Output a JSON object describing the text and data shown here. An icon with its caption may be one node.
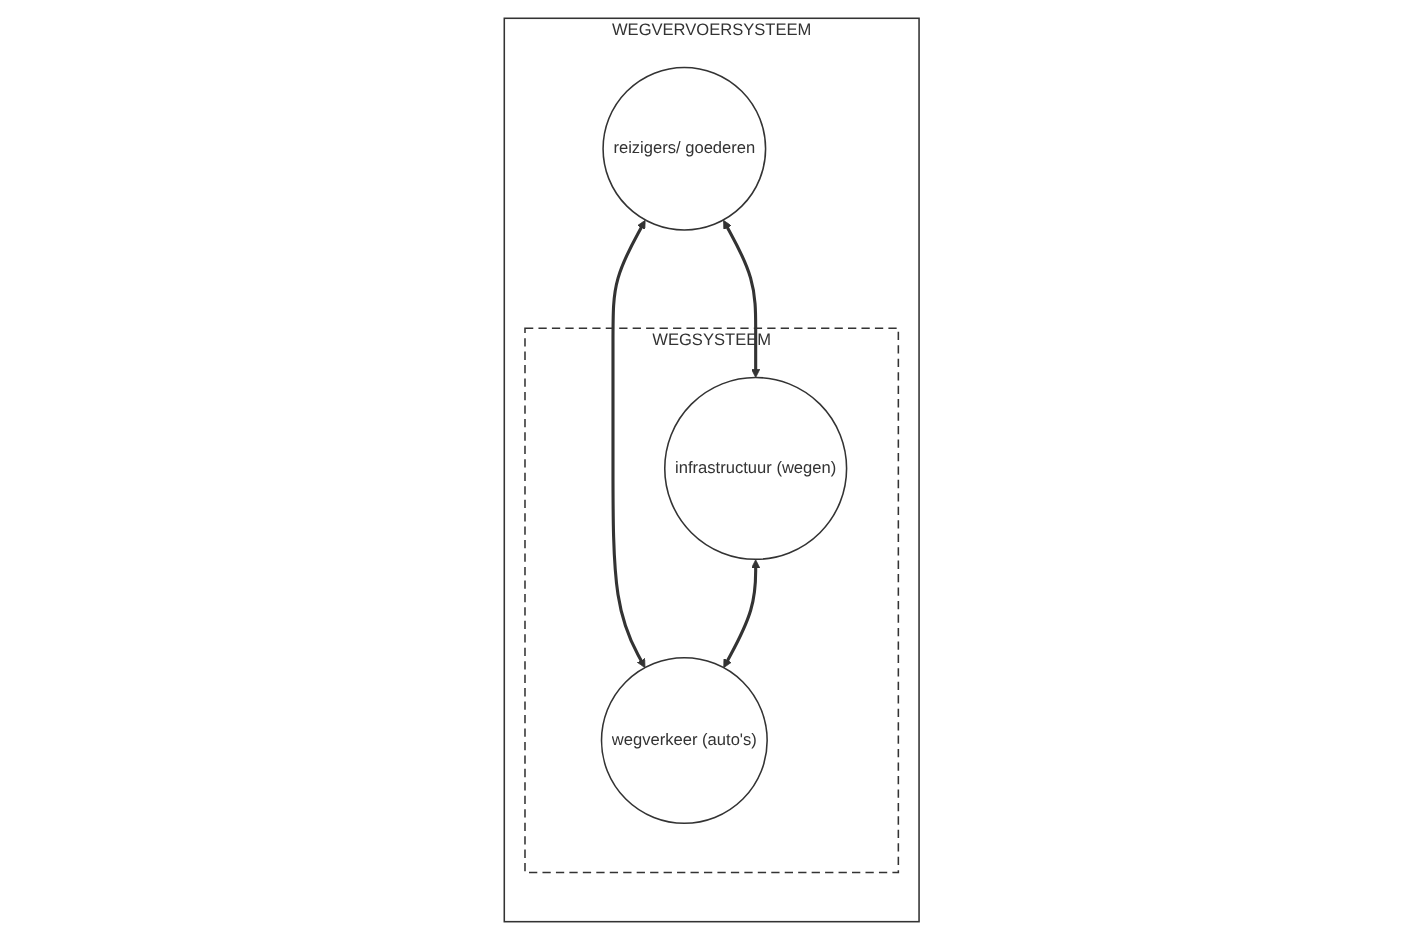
{
  "diagram": {
    "nodes": [
      {
        "text": [
          "WEGVERVOERSYSTEEM"
        ]
      },
      {
        "text": [
          "reizigers/ goederen"
        ],
        "in": 0
      },
      {
        "text": [
          "WEGSYSTEEM"
        ],
        "in": 0
      },
      {
        "text": [
          "infrastructuur (wegen)"
        ],
        "in": 2
      },
      {
        "text": [
          "wegverkeer (auto's)"
        ],
        "in": 2
      }
    ],
    "edges": [
      {
        "from": 1,
        "to": 3,
        "arrow": "both"
      },
      {
        "from": 1,
        "to": 4,
        "arrow": "both"
      },
      {
        "from": 3,
        "to": 4,
        "arrow": "both"
      }
    ]
  }
}
